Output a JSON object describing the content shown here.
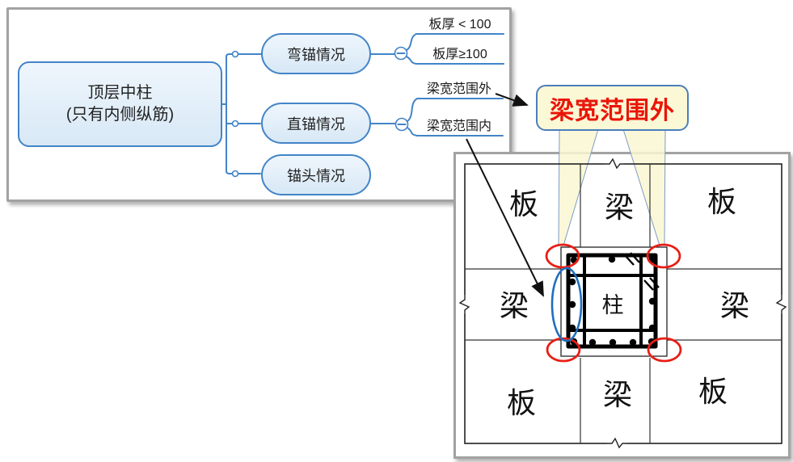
{
  "mindmap": {
    "root": {
      "line1": "顶层中柱",
      "line2": "(只有内侧纵筋)"
    },
    "branches": [
      {
        "label": "弯锚情况",
        "children": [
          "板厚 < 100",
          "板厚≥100"
        ]
      },
      {
        "label": "直锚情况",
        "children": [
          "梁宽范围外",
          "梁宽范围内"
        ]
      },
      {
        "label": "锚头情况",
        "children": []
      }
    ]
  },
  "callout": {
    "text": "梁宽范围外"
  },
  "drawing": {
    "cells": {
      "top_left": "板",
      "top_center": "梁",
      "top_right": "板",
      "mid_left": "梁",
      "center": "柱",
      "mid_right": "梁",
      "bottom_left": "板",
      "bottom_center": "梁",
      "bottom_right": "板"
    }
  },
  "colors": {
    "node_border": "#4384c7",
    "node_fill_top": "#eff6fc",
    "node_fill_bottom": "#d7e8f6",
    "connector": "#4384c7",
    "callout_fill": "#fbf8d6",
    "callout_border": "#4a7ebb",
    "callout_text": "#ea1508",
    "wedge_fill": "#faf7d2",
    "wedge_border": "#7d9cc4",
    "highlight_red": "#e81e16",
    "highlight_blue": "#1e6fbf",
    "panel_border": "#a2a2a2"
  }
}
